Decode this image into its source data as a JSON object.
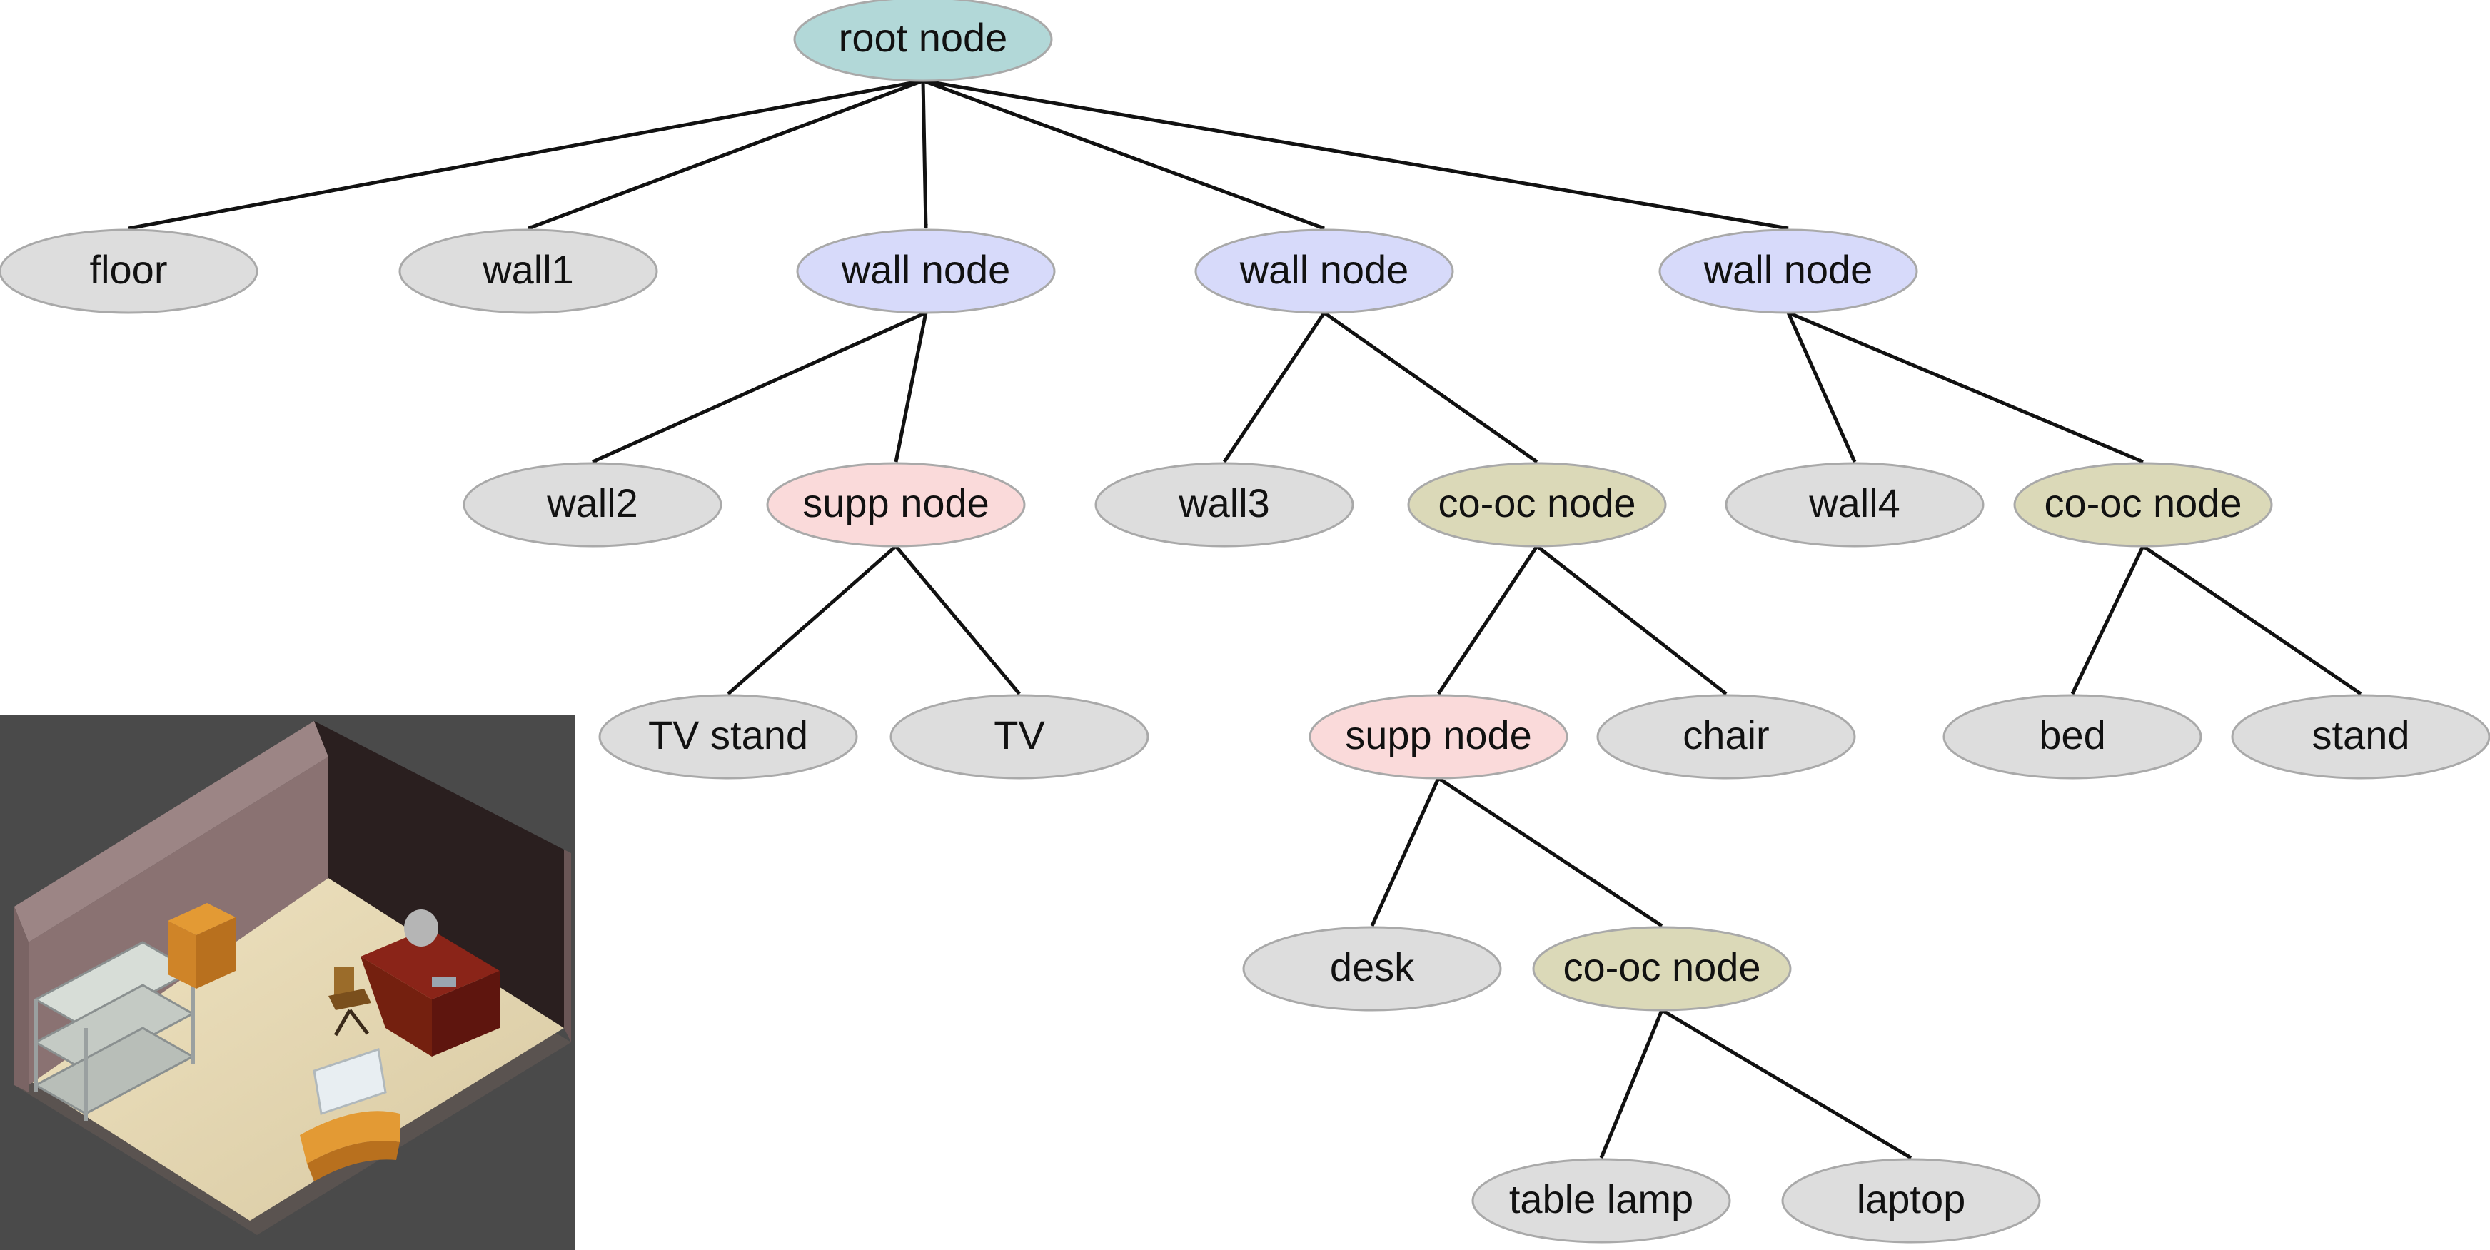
{
  "colors": {
    "root": "#b2d8d8",
    "wall": "#d7dafa",
    "support": "#fadada",
    "cooccurrence": "#dbd9b8",
    "object": "#dddddd",
    "edge": "#111111"
  },
  "nodes": {
    "root": {
      "label": "root node",
      "kind": "root"
    },
    "floor": {
      "label": "floor",
      "kind": "object"
    },
    "wall1": {
      "label": "wall1",
      "kind": "object"
    },
    "wallnode_a": {
      "label": "wall node",
      "kind": "wall"
    },
    "wallnode_b": {
      "label": "wall node",
      "kind": "wall"
    },
    "wallnode_c": {
      "label": "wall node",
      "kind": "wall"
    },
    "wall2": {
      "label": "wall2",
      "kind": "object"
    },
    "supp_a": {
      "label": "supp node",
      "kind": "support"
    },
    "wall3": {
      "label": "wall3",
      "kind": "object"
    },
    "cooc_a": {
      "label": "co-oc node",
      "kind": "cooccurrence"
    },
    "wall4": {
      "label": "wall4",
      "kind": "object"
    },
    "cooc_b": {
      "label": "co-oc node",
      "kind": "cooccurrence"
    },
    "tvstand": {
      "label": "TV stand",
      "kind": "object"
    },
    "tv": {
      "label": "TV",
      "kind": "object"
    },
    "supp_b": {
      "label": "supp node",
      "kind": "support"
    },
    "chair": {
      "label": "chair",
      "kind": "object"
    },
    "bed": {
      "label": "bed",
      "kind": "object"
    },
    "stand": {
      "label": "stand",
      "kind": "object"
    },
    "desk": {
      "label": "desk",
      "kind": "object"
    },
    "cooc_c": {
      "label": "co-oc node",
      "kind": "cooccurrence"
    },
    "lamp": {
      "label": "table lamp",
      "kind": "object"
    },
    "laptop": {
      "label": "laptop",
      "kind": "object"
    }
  },
  "edges": [
    [
      "root",
      "floor"
    ],
    [
      "root",
      "wall1"
    ],
    [
      "root",
      "wallnode_a"
    ],
    [
      "root",
      "wallnode_b"
    ],
    [
      "root",
      "wallnode_c"
    ],
    [
      "wallnode_a",
      "wall2"
    ],
    [
      "wallnode_a",
      "supp_a"
    ],
    [
      "wallnode_b",
      "wall3"
    ],
    [
      "wallnode_b",
      "cooc_a"
    ],
    [
      "wallnode_c",
      "wall4"
    ],
    [
      "wallnode_c",
      "cooc_b"
    ],
    [
      "supp_a",
      "tvstand"
    ],
    [
      "supp_a",
      "tv"
    ],
    [
      "cooc_a",
      "supp_b"
    ],
    [
      "cooc_a",
      "chair"
    ],
    [
      "cooc_b",
      "bed"
    ],
    [
      "cooc_b",
      "stand"
    ],
    [
      "supp_b",
      "desk"
    ],
    [
      "supp_b",
      "cooc_c"
    ],
    [
      "cooc_c",
      "lamp"
    ],
    [
      "cooc_c",
      "laptop"
    ]
  ],
  "room_image": {
    "alt": "rendered bedroom scene"
  }
}
